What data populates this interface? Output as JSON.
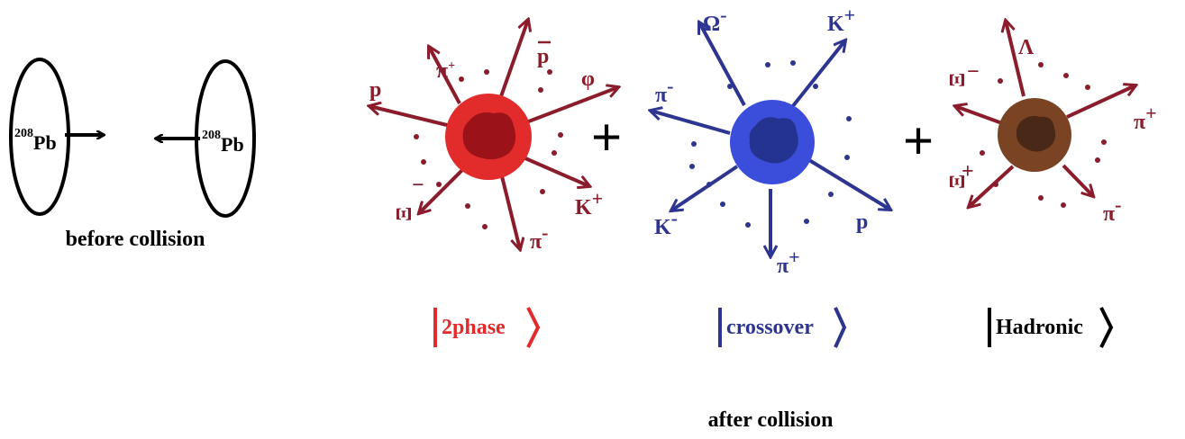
{
  "colors": {
    "red_arrow": "#8b1c2c",
    "blue_arrow": "#2e3591",
    "red_core": "#e22b2b",
    "red_inner": "#9b1319",
    "blue_core": "#3b4ddb",
    "blue_inner": "#24338f",
    "brown_core": "#7a4424",
    "brown_inner": "#4a2818",
    "black": "#000000"
  },
  "before": {
    "nucleus_mass": "208",
    "nucleus_symbol": "Pb",
    "caption": "before collision"
  },
  "operator_plus": "+",
  "after_caption": "after collision",
  "states": {
    "twophase": {
      "label": "2phase",
      "particles": {
        "pbar": "p",
        "piplus_sym": "π",
        "piplus_sign": "+",
        "p": "p",
        "phi": "φ",
        "xi_minus_sym": "Ξ",
        "xi_minus_sign": "−",
        "kplus_sym": "K",
        "kplus_sign": "+",
        "piminus_sym": "π",
        "piminus_sign": "-"
      }
    },
    "crossover": {
      "label": "crossover",
      "particles": {
        "omega_sym": "Ω",
        "omega_sign": "-",
        "kplus_sym": "K",
        "kplus_sign": "+",
        "piminus_sym": "π",
        "piminus_sign": "-",
        "kminus_sym": "K",
        "kminus_sign": "-",
        "p": "p",
        "piplus_sym": "π",
        "piplus_sign": "+"
      }
    },
    "hadronic": {
      "label": "Hadronic",
      "particles": {
        "lambda": "Λ",
        "xi_minus_sym": "Ξ",
        "xi_minus_sign": "−",
        "piplus_sym": "π",
        "piplus_sign": "+",
        "xi_plus_sym": "Ξ",
        "xi_plus_sign": "+",
        "piminus_sym": "π",
        "piminus_sign": "-"
      }
    }
  }
}
